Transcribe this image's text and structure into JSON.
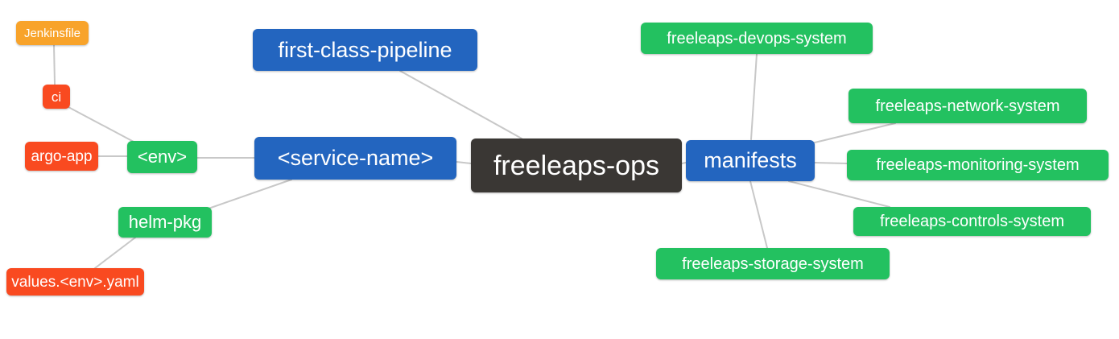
{
  "diagram": {
    "type": "mindmap",
    "background_color": "#ffffff",
    "edge_color": "#c8c8c8",
    "palette": {
      "root": "#3a3734",
      "level1": "#2365bf",
      "level2": "#23c160",
      "level3": "#f94a20",
      "level4": "#f8a32a",
      "text": "#ffffff"
    },
    "nodes": {
      "root": {
        "label": "freeleaps-ops"
      },
      "first_class_pipeline": {
        "label": "first-class-pipeline"
      },
      "service_name": {
        "label": "<service-name>"
      },
      "manifests": {
        "label": "manifests"
      },
      "env": {
        "label": "<env>"
      },
      "helm_pkg": {
        "label": "helm-pkg"
      },
      "ci": {
        "label": "ci"
      },
      "jenkinsfile": {
        "label": "Jenkinsfile"
      },
      "argo_app": {
        "label": "argo-app"
      },
      "values_env_yaml": {
        "label": "values.<env>.yaml"
      },
      "devops_system": {
        "label": "freeleaps-devops-system"
      },
      "network_system": {
        "label": "freeleaps-network-system"
      },
      "monitoring_system": {
        "label": "freeleaps-monitoring-system"
      },
      "controls_system": {
        "label": "freeleaps-controls-system"
      },
      "storage_system": {
        "label": "freeleaps-storage-system"
      }
    },
    "edges": [
      [
        "jenkinsfile",
        "ci"
      ],
      [
        "ci",
        "env"
      ],
      [
        "argo_app",
        "env"
      ],
      [
        "env",
        "service_name"
      ],
      [
        "service_name",
        "helm_pkg"
      ],
      [
        "helm_pkg",
        "values_env_yaml"
      ],
      [
        "first_class_pipeline",
        "root"
      ],
      [
        "service_name",
        "root"
      ],
      [
        "root",
        "manifests"
      ],
      [
        "manifests",
        "devops_system"
      ],
      [
        "manifests",
        "network_system"
      ],
      [
        "manifests",
        "monitoring_system"
      ],
      [
        "manifests",
        "controls_system"
      ],
      [
        "manifests",
        "storage_system"
      ]
    ]
  }
}
